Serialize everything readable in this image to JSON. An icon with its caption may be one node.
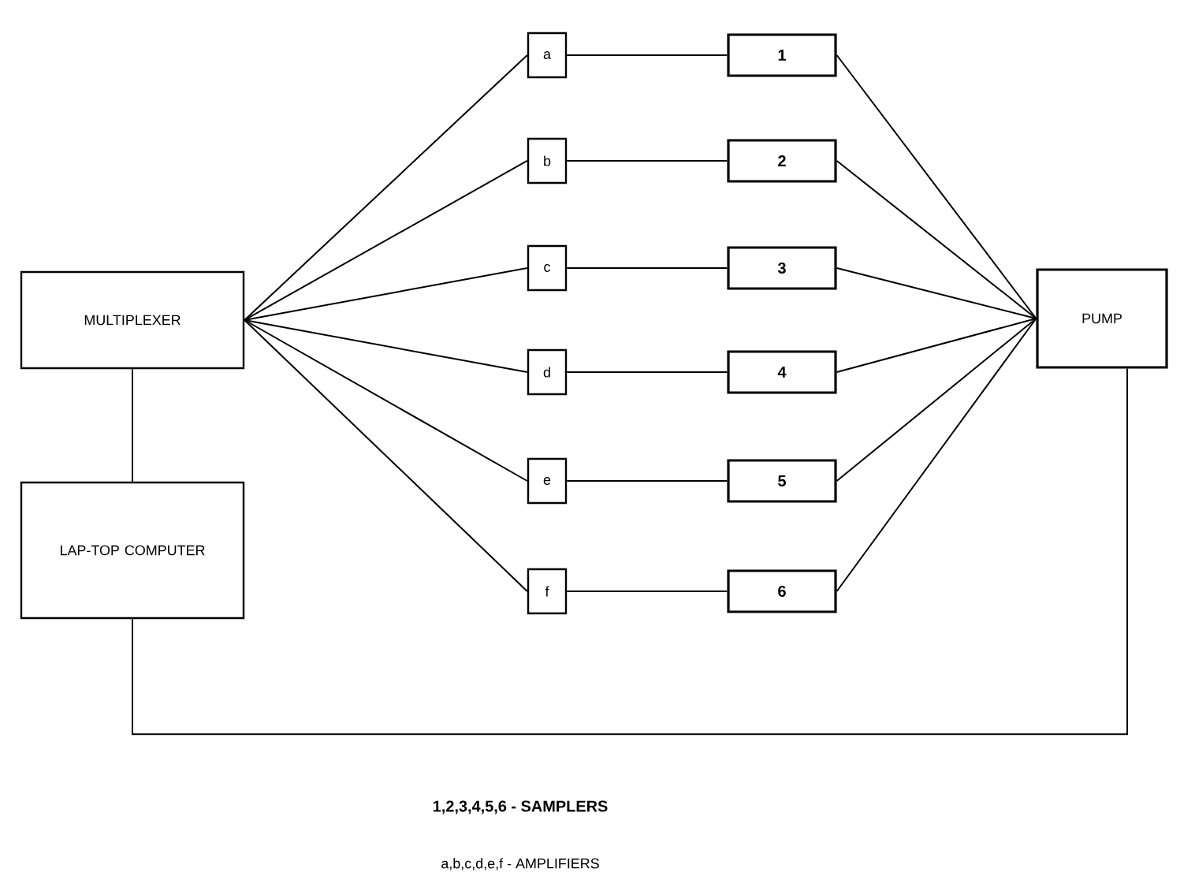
{
  "diagram": {
    "nodes": [
      {
        "text": [
          "MULTIPLEXER"
        ]
      },
      {
        "text": [
          "LAP-TOP COMPUTER"
        ]
      },
      {
        "text": [
          "a"
        ]
      },
      {
        "text": [
          "b"
        ]
      },
      {
        "text": [
          "c"
        ]
      },
      {
        "text": [
          "d"
        ]
      },
      {
        "text": [
          "e"
        ]
      },
      {
        "text": [
          "f"
        ]
      },
      {
        "text": [
          "1"
        ]
      },
      {
        "text": [
          "2"
        ]
      },
      {
        "text": [
          "3"
        ]
      },
      {
        "text": [
          "4"
        ]
      },
      {
        "text": [
          "5"
        ]
      },
      {
        "text": [
          "6"
        ]
      },
      {
        "text": [
          "PUMP"
        ]
      }
    ],
    "edges": [
      {
        "from": 0,
        "to": 1,
        "arrow": "none"
      },
      {
        "from": 0,
        "to": 2,
        "arrow": "none"
      },
      {
        "from": 0,
        "to": 3,
        "arrow": "none"
      },
      {
        "from": 0,
        "to": 4,
        "arrow": "none"
      },
      {
        "from": 0,
        "to": 5,
        "arrow": "none"
      },
      {
        "from": 0,
        "to": 6,
        "arrow": "none"
      },
      {
        "from": 0,
        "to": 7,
        "arrow": "none"
      },
      {
        "from": 2,
        "to": 8,
        "arrow": "none"
      },
      {
        "from": 3,
        "to": 9,
        "arrow": "none"
      },
      {
        "from": 4,
        "to": 10,
        "arrow": "none"
      },
      {
        "from": 5,
        "to": 11,
        "arrow": "none"
      },
      {
        "from": 6,
        "to": 12,
        "arrow": "none"
      },
      {
        "from": 7,
        "to": 13,
        "arrow": "none"
      },
      {
        "from": 8,
        "to": 14,
        "arrow": "none"
      },
      {
        "from": 9,
        "to": 14,
        "arrow": "none"
      },
      {
        "from": 10,
        "to": 14,
        "arrow": "none"
      },
      {
        "from": 11,
        "to": 14,
        "arrow": "none"
      },
      {
        "from": 12,
        "to": 14,
        "arrow": "none"
      },
      {
        "from": 13,
        "to": 14,
        "arrow": "none"
      },
      {
        "from": 1,
        "to": 14,
        "arrow": "none"
      }
    ],
    "labels": [
      "1,2,3,4,5,6 - SAMPLERS",
      "a,b,c,d,e,f - AMPLIFIERS"
    ]
  }
}
